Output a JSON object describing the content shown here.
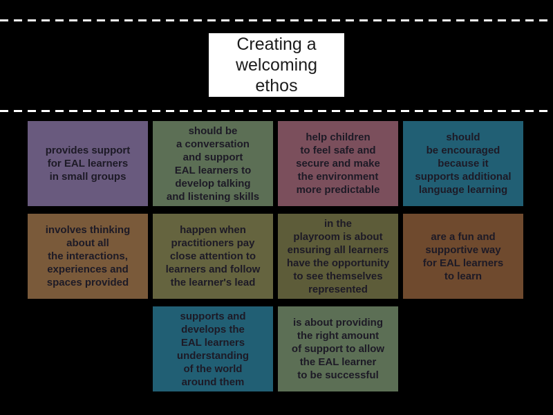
{
  "page": {
    "background_color": "#000000",
    "divider_color": "#ffffff"
  },
  "title": {
    "text": "Creating a\nwelcoming\nethos",
    "box_color": "#ffffff",
    "text_color": "#1c1c1c"
  },
  "tiles": [
    {
      "text": "provides support\nfor EAL learners\nin small groups",
      "bg": "#695a7e"
    },
    {
      "text": "should be\na conversation\nand support\nEAL learners to\ndevelop talking\nand listening skills",
      "bg": "#5c6f55"
    },
    {
      "text": "help children\nto feel safe and\nsecure and make\nthe environment\nmore predictable",
      "bg": "#7b4f5c"
    },
    {
      "text": "should\nbe encouraged\nbecause it\nsupports additional\nlanguage learning",
      "bg": "#215f74"
    },
    {
      "text": "involves thinking\nabout all\nthe interactions,\nexperiences and\nspaces provided",
      "bg": "#7a5a3a"
    },
    {
      "text": "happen when\npractitioners pay\nclose attention to\nlearners and follow\nthe learner's lead",
      "bg": "#65643f"
    },
    {
      "text": "in the\nplayroom is about\nensuring all learners\nhave the opportunity\nto see themselves\nrepresented",
      "bg": "#5d5c39"
    },
    {
      "text": "are a fun and\nsupportive way\nfor EAL learners\nto learn",
      "bg": "#6f4a2e"
    },
    {
      "text": "supports and\ndevelops the\nEAL learners\nunderstanding\nof the world\naround them",
      "bg": "#215f74"
    },
    {
      "text": "is about providing\nthe right amount\nof support to allow\nthe EAL learner\nto be successful",
      "bg": "#5c6f55"
    }
  ],
  "tile_text_color": "#1d1a26"
}
